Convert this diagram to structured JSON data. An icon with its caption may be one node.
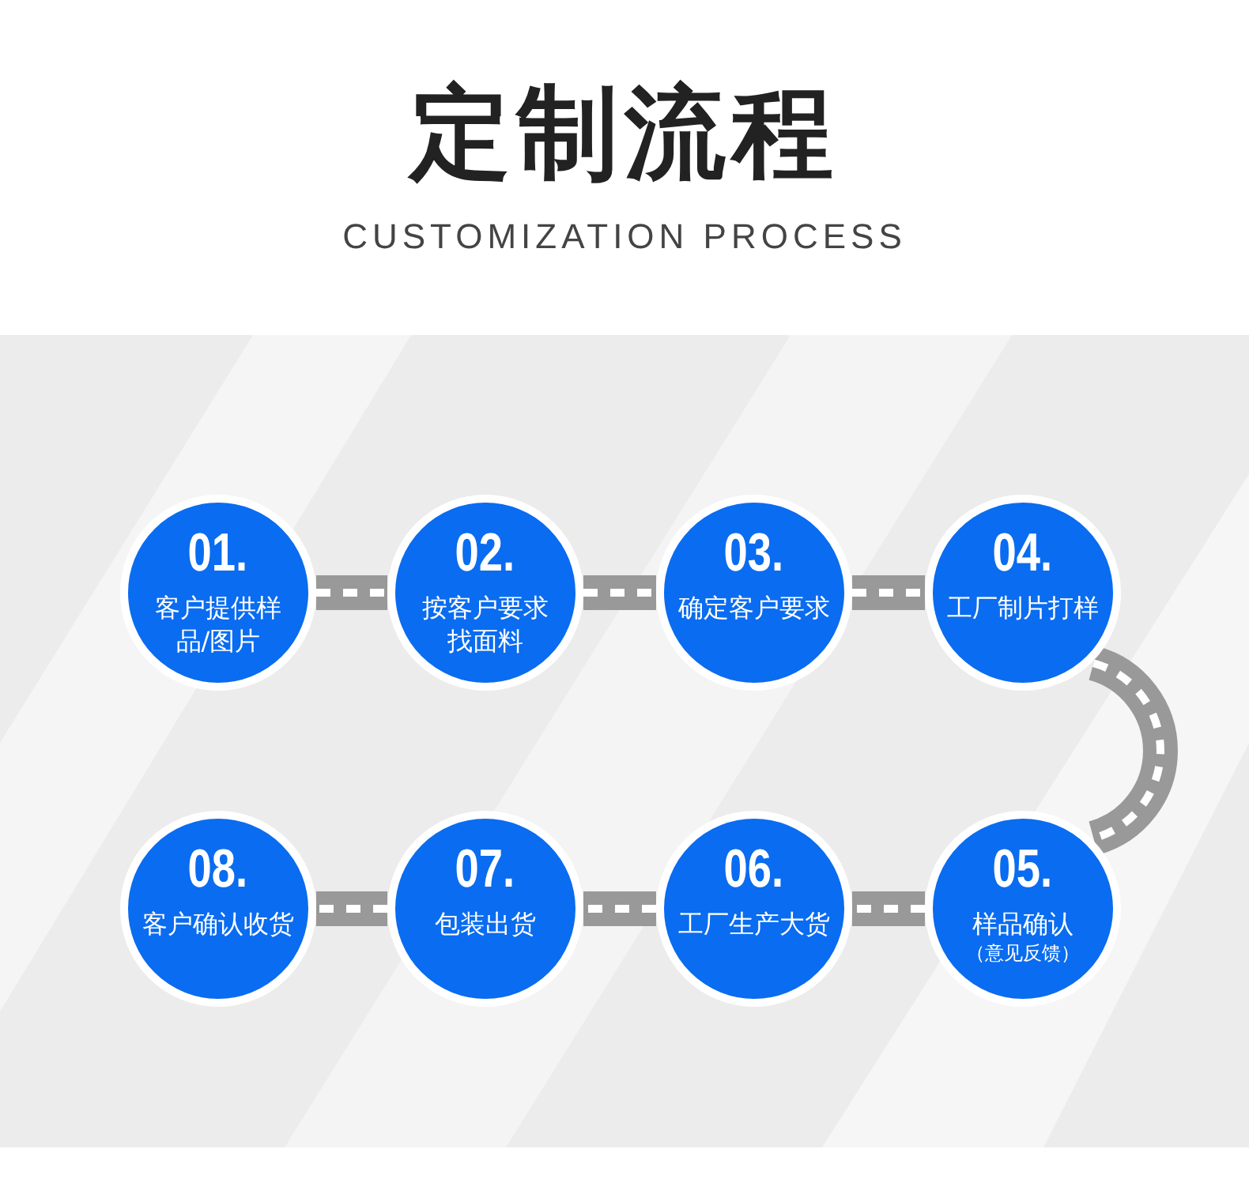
{
  "diagram": {
    "title": "定制流程",
    "caption": "CUSTOMIZATION PROCESS",
    "nodes": [
      {
        "text": [
          "01.",
          "客户提供样品/图片"
        ]
      },
      {
        "text": [
          "02.",
          "按客户要求找面料"
        ]
      },
      {
        "text": [
          "03.",
          "确定客户要求"
        ]
      },
      {
        "text": [
          "04.",
          "工厂制片打样"
        ]
      },
      {
        "text": [
          "05.",
          "样品确认",
          "（意见反馈）"
        ]
      },
      {
        "text": [
          "06.",
          "工厂生产大货"
        ]
      },
      {
        "text": [
          "07.",
          "包装出货"
        ]
      },
      {
        "text": [
          "08.",
          "客户确认收货"
        ]
      }
    ],
    "edges": [
      {
        "from": 0,
        "to": 1,
        "arrow": "none"
      },
      {
        "from": 1,
        "to": 2,
        "arrow": "none"
      },
      {
        "from": 2,
        "to": 3,
        "arrow": "none"
      },
      {
        "from": 3,
        "to": 4,
        "arrow": "none"
      },
      {
        "from": 4,
        "to": 5,
        "arrow": "none"
      },
      {
        "from": 5,
        "to": 6,
        "arrow": "none"
      },
      {
        "from": 6,
        "to": 7,
        "arrow": "none"
      }
    ]
  }
}
